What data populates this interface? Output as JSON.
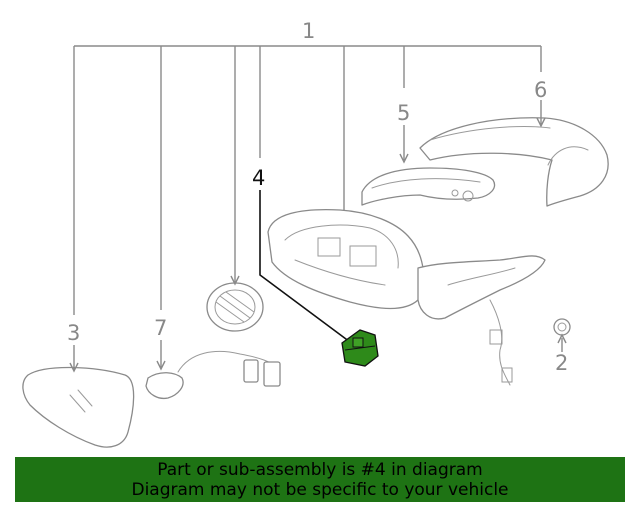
{
  "diagram": {
    "callouts": {
      "c1": "1",
      "c2": "2",
      "c3": "3",
      "c4": "4",
      "c5": "5",
      "c6": "6",
      "c7": "7"
    },
    "highlighted_part": "4",
    "colors": {
      "line": "#8a8a8a",
      "highlight_fill": "#2e8a1a",
      "banner_bg": "#1e7314"
    }
  },
  "banner": {
    "line1": "Part or sub-assembly is #4 in diagram",
    "line2": "Diagram may not be specific to your vehicle"
  }
}
